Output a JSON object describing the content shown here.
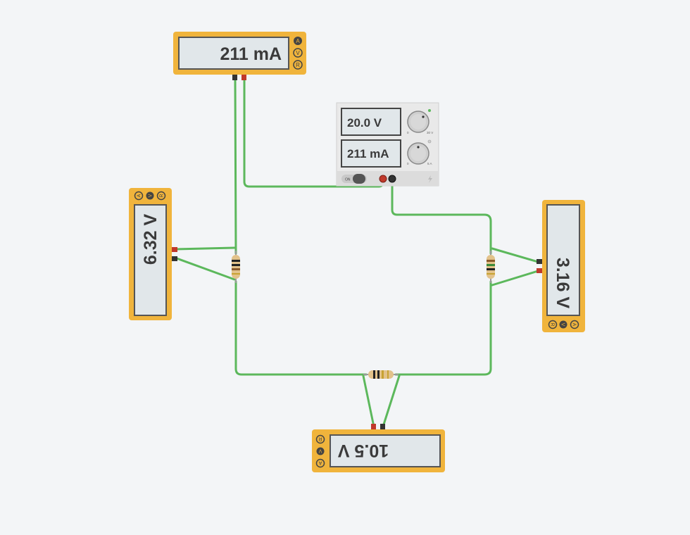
{
  "meters": {
    "top": {
      "reading": "211 mA",
      "modes": [
        "A",
        "V",
        "R"
      ]
    },
    "left": {
      "reading": "6.32 V",
      "modes": [
        "A",
        "V",
        "R"
      ]
    },
    "right": {
      "reading": "3.16 V",
      "modes": [
        "R",
        "V",
        "A"
      ]
    },
    "bottom": {
      "reading": "10.5 V",
      "modes": [
        "R",
        "V",
        "A"
      ]
    }
  },
  "power_supply": {
    "voltage": "20.0 V",
    "current": "211 mA",
    "switch_label": "ON",
    "knob1_min": "0",
    "knob1_max": "30 V",
    "knob2_min": "0",
    "knob2_max": "5 A"
  },
  "colors": {
    "wire": "#5cb85c",
    "meter_body": "#f0b43c",
    "lcd": "#e1e7ea",
    "psu_body": "#e8e8e8"
  }
}
